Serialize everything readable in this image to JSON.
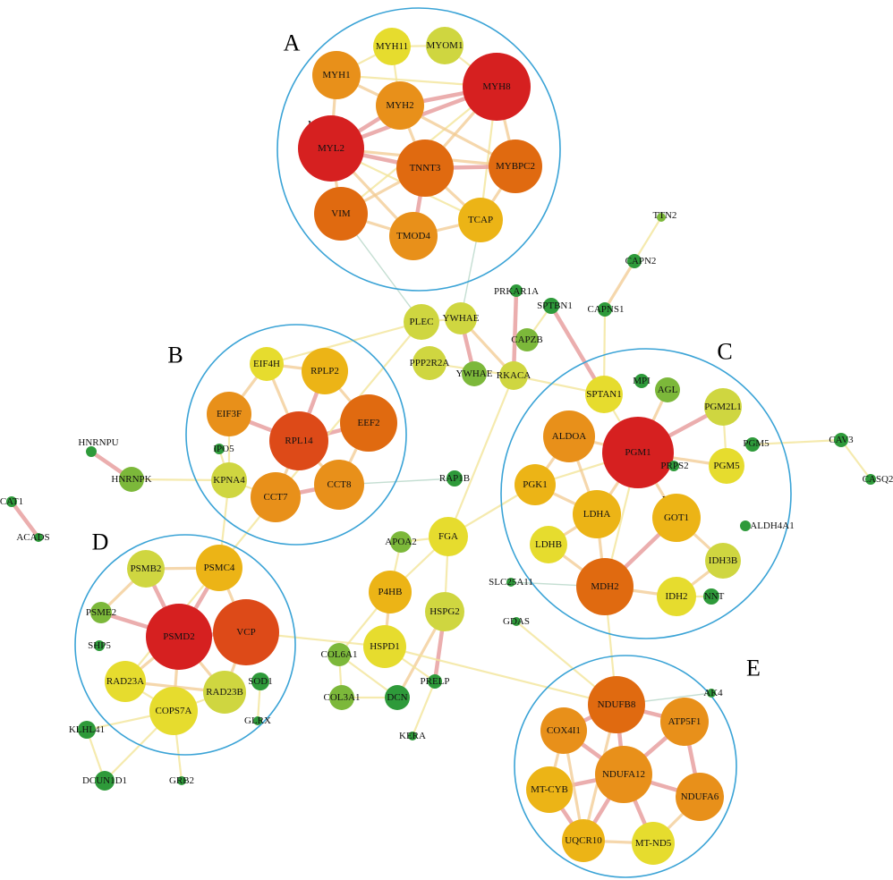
{
  "colors": {
    "red": "#d62020",
    "orange_red": "#dd4a18",
    "dark_orange": "#e06a10",
    "orange": "#e8901a",
    "amber": "#ecb416",
    "yellow": "#e6dc2e",
    "yellow_green": "#cfd640",
    "light_green": "#7cb83a",
    "green": "#2e9a3a",
    "cluster_outline": "#3aa3d6",
    "edge_strong": "#e8a0a0",
    "edge_medium": "#f2c990",
    "edge_weak": "#f3e59a",
    "edge_cool": "#b5d6c7"
  },
  "clusters": [
    {
      "letter": "A"
    },
    {
      "letter": "B"
    },
    {
      "letter": "C"
    },
    {
      "letter": "D"
    },
    {
      "letter": "E"
    }
  ],
  "nodes": [
    {
      "id": "MYH11",
      "label": "MYH11",
      "color": "yellow"
    },
    {
      "id": "MYOM1",
      "label": "MYOM1",
      "color": "yellow_green"
    },
    {
      "id": "MYH1",
      "label": "MYH1",
      "color": "orange"
    },
    {
      "id": "MYH8",
      "label": "MYH8",
      "color": "red"
    },
    {
      "id": "MYH2",
      "label": "MYH2",
      "color": "orange"
    },
    {
      "id": "MYLK2",
      "label": "MYLK2",
      "color": "green"
    },
    {
      "id": "MYL2",
      "label": "MYL2",
      "color": "red"
    },
    {
      "id": "TNNT3",
      "label": "TNNT3",
      "color": "dark_orange"
    },
    {
      "id": "MYBPC2",
      "label": "MYBPC2",
      "color": "dark_orange"
    },
    {
      "id": "VIM",
      "label": "VIM",
      "color": "dark_orange"
    },
    {
      "id": "TMOD4",
      "label": "TMOD4",
      "color": "orange"
    },
    {
      "id": "TCAP",
      "label": "TCAP",
      "color": "amber"
    },
    {
      "id": "EIF4H",
      "label": "EIF4H",
      "color": "yellow"
    },
    {
      "id": "RPLP2",
      "label": "RPLP2",
      "color": "amber"
    },
    {
      "id": "EIF3F",
      "label": "EIF3F",
      "color": "orange"
    },
    {
      "id": "EEF2",
      "label": "EEF2",
      "color": "dark_orange"
    },
    {
      "id": "RPL14",
      "label": "RPL14",
      "color": "orange_red"
    },
    {
      "id": "IPO5",
      "label": "IPO5",
      "color": "green"
    },
    {
      "id": "KPNA4",
      "label": "KPNA4",
      "color": "yellow_green"
    },
    {
      "id": "CCT7",
      "label": "CCT7",
      "color": "orange"
    },
    {
      "id": "CCT8",
      "label": "CCT8",
      "color": "orange"
    },
    {
      "id": "SPTAN1",
      "label": "SPTAN1",
      "color": "yellow"
    },
    {
      "id": "MPI",
      "label": "MPI",
      "color": "green"
    },
    {
      "id": "AGL",
      "label": "AGL",
      "color": "light_green"
    },
    {
      "id": "PGM2L1",
      "label": "PGM2L1",
      "color": "yellow_green"
    },
    {
      "id": "ALDOA",
      "label": "ALDOA",
      "color": "orange"
    },
    {
      "id": "PGM1",
      "label": "PGM1",
      "color": "red"
    },
    {
      "id": "PRPS2",
      "label": "PRPS2",
      "color": "green"
    },
    {
      "id": "PGM5",
      "label": "PGM5",
      "color": "yellow"
    },
    {
      "id": "PGK1",
      "label": "PGK1",
      "color": "amber"
    },
    {
      "id": "LDHA",
      "label": "LDHA",
      "color": "amber"
    },
    {
      "id": "FSD",
      "label": "FSD",
      "color": "green"
    },
    {
      "id": "GOT1",
      "label": "GOT1",
      "color": "amber"
    },
    {
      "id": "LDHB",
      "label": "LDHB",
      "color": "yellow"
    },
    {
      "id": "IDH3B",
      "label": "IDH3B",
      "color": "yellow_green"
    },
    {
      "id": "MDH2",
      "label": "MDH2",
      "color": "dark_orange"
    },
    {
      "id": "IDH2",
      "label": "IDH2",
      "color": "yellow"
    },
    {
      "id": "NNT",
      "label": "NNT",
      "color": "green"
    },
    {
      "id": "PSMB2",
      "label": "PSMB2",
      "color": "yellow_green"
    },
    {
      "id": "PSMC4",
      "label": "PSMC4",
      "color": "amber"
    },
    {
      "id": "PSME2",
      "label": "PSME2",
      "color": "light_green"
    },
    {
      "id": "PSMD2",
      "label": "PSMD2",
      "color": "red"
    },
    {
      "id": "VCP",
      "label": "VCP",
      "color": "orange_red"
    },
    {
      "id": "SHP5",
      "label": "SHP5",
      "color": "green"
    },
    {
      "id": "RAD23A",
      "label": "RAD23A",
      "color": "yellow"
    },
    {
      "id": "SOD1",
      "label": "SOD1",
      "color": "green"
    },
    {
      "id": "RAD23B",
      "label": "RAD23B",
      "color": "yellow_green"
    },
    {
      "id": "COPS7A",
      "label": "COPS7A",
      "color": "yellow"
    },
    {
      "id": "NDUFB8",
      "label": "NDUFB8",
      "color": "dark_orange"
    },
    {
      "id": "COX4I1",
      "label": "COX4I1",
      "color": "orange"
    },
    {
      "id": "ATP5F1",
      "label": "ATP5F1",
      "color": "orange"
    },
    {
      "id": "NDUFA12",
      "label": "NDUFA12",
      "color": "orange"
    },
    {
      "id": "MT-CYB",
      "label": "MT-CYB",
      "color": "amber"
    },
    {
      "id": "NDUFA6",
      "label": "NDUFA6",
      "color": "orange"
    },
    {
      "id": "UQCR10",
      "label": "UQCR10",
      "color": "amber"
    },
    {
      "id": "MT-ND5",
      "label": "MT-ND5",
      "color": "yellow"
    },
    {
      "id": "TTN2",
      "label": "TTN2",
      "color": "light_green"
    },
    {
      "id": "CAPN2",
      "label": "CAPN2",
      "color": "green"
    },
    {
      "id": "PRKAR1A",
      "label": "PRKAR1A",
      "color": "green"
    },
    {
      "id": "SPTBN1",
      "label": "SPTBN1",
      "color": "green"
    },
    {
      "id": "CAPNS1",
      "label": "CAPNS1",
      "color": "green"
    },
    {
      "id": "PLEC",
      "label": "PLEC",
      "color": "yellow_green"
    },
    {
      "id": "YWHAE",
      "label": "YWHAE",
      "color": "yellow_green"
    },
    {
      "id": "CAPZB",
      "label": "CAPZB",
      "color": "light_green"
    },
    {
      "id": "PPP2R2A",
      "label": "PPP2R2A",
      "color": "yellow_green"
    },
    {
      "id": "YWHAE2",
      "label": "YWHAE",
      "color": "light_green"
    },
    {
      "id": "RKACA",
      "label": "RKACA",
      "color": "yellow_green"
    },
    {
      "id": "HNRNPU",
      "label": "HNRNPU",
      "color": "green"
    },
    {
      "id": "HNRNPK",
      "label": "HNRNPK",
      "color": "light_green"
    },
    {
      "id": "RAP1B",
      "label": "RAP1B",
      "color": "green"
    },
    {
      "id": "ACAT1",
      "label": "ACAT1",
      "color": "green"
    },
    {
      "id": "ACADS",
      "label": "ACADS",
      "color": "green"
    },
    {
      "id": "CAV3",
      "label": "CAV3",
      "color": "green"
    },
    {
      "id": "CASQ2",
      "label": "CASQ2",
      "color": "green"
    },
    {
      "id": "PGM5b",
      "label": "PGM5",
      "color": "green"
    },
    {
      "id": "ALDH4A1",
      "label": "ALDH4A1",
      "color": "green"
    },
    {
      "id": "APOA2",
      "label": "APOA2",
      "color": "light_green"
    },
    {
      "id": "FGA",
      "label": "FGA",
      "color": "yellow"
    },
    {
      "id": "SLC25A11",
      "label": "SLC25A11",
      "color": "green"
    },
    {
      "id": "P4HB",
      "label": "P4HB",
      "color": "amber"
    },
    {
      "id": "HSPG2",
      "label": "HSPG2",
      "color": "yellow_green"
    },
    {
      "id": "GDAS",
      "label": "GDAS",
      "color": "green"
    },
    {
      "id": "COL6A1",
      "label": "COL6A1",
      "color": "light_green"
    },
    {
      "id": "HSPD1",
      "label": "HSPD1",
      "color": "yellow"
    },
    {
      "id": "PRELP",
      "label": "PRELP",
      "color": "green"
    },
    {
      "id": "COL3A1",
      "label": "COL3A1",
      "color": "light_green"
    },
    {
      "id": "DCN",
      "label": "DCN",
      "color": "green"
    },
    {
      "id": "KERA",
      "label": "KERA",
      "color": "green"
    },
    {
      "id": "GLRX",
      "label": "GLRX",
      "color": "green"
    },
    {
      "id": "KLHL41",
      "label": "KLHL41",
      "color": "green"
    },
    {
      "id": "DCUN1D1",
      "label": "DCUN1D1",
      "color": "green"
    },
    {
      "id": "GRB2",
      "label": "GRB2",
      "color": "green"
    },
    {
      "id": "AK4",
      "label": "AK4",
      "color": "green"
    }
  ],
  "edges": [
    [
      "MYH8",
      "MYH2",
      "strong"
    ],
    [
      "MYH8",
      "MYL2",
      "strong"
    ],
    [
      "MYH8",
      "TNNT3",
      "medium"
    ],
    [
      "MYH8",
      "MYBPC2",
      "medium"
    ],
    [
      "MYH8",
      "MYH1",
      "weak"
    ],
    [
      "MYH8",
      "MYOM1",
      "weak"
    ],
    [
      "MYH8",
      "VIM",
      "weak"
    ],
    [
      "MYH8",
      "TCAP",
      "weak"
    ],
    [
      "MYL2",
      "TNNT3",
      "strong"
    ],
    [
      "MYL2",
      "MYH2",
      "strong"
    ],
    [
      "MYL2",
      "MYH1",
      "medium"
    ],
    [
      "MYL2",
      "VIM",
      "medium"
    ],
    [
      "MYL2",
      "MYBPC2",
      "medium"
    ],
    [
      "MYL2",
      "TMOD4",
      "medium"
    ],
    [
      "MYL2",
      "TCAP",
      "weak"
    ],
    [
      "TNNT3",
      "MYBPC2",
      "strong"
    ],
    [
      "TNNT3",
      "TMOD4",
      "strong"
    ],
    [
      "TNNT3",
      "VIM",
      "medium"
    ],
    [
      "TNNT3",
      "TCAP",
      "medium"
    ],
    [
      "TNNT3",
      "MYH2",
      "medium"
    ],
    [
      "MYH1",
      "MYH2",
      "medium"
    ],
    [
      "MYH1",
      "MYH11",
      "weak"
    ],
    [
      "MYH11",
      "MYOM1",
      "weak"
    ],
    [
      "MYH11",
      "MYH2",
      "weak"
    ],
    [
      "MYH2",
      "MYBPC2",
      "medium"
    ],
    [
      "MYBPC2",
      "TCAP",
      "medium"
    ],
    [
      "TMOD4",
      "TCAP",
      "medium"
    ],
    [
      "VIM",
      "TMOD4",
      "medium"
    ],
    [
      "MYLK2",
      "MYL2",
      "strong"
    ],
    [
      "RPL14",
      "EEF2",
      "strong"
    ],
    [
      "RPL14",
      "EIF3F",
      "strong"
    ],
    [
      "RPL14",
      "RPLP2",
      "strong"
    ],
    [
      "RPL14",
      "CCT7",
      "medium"
    ],
    [
      "RPL14",
      "CCT8",
      "medium"
    ],
    [
      "RPL14",
      "EIF4H",
      "medium"
    ],
    [
      "EIF4H",
      "EIF3F",
      "medium"
    ],
    [
      "EIF4H",
      "RPLP2",
      "medium"
    ],
    [
      "RPLP2",
      "EEF2",
      "medium"
    ],
    [
      "EEF2",
      "CCT8",
      "medium"
    ],
    [
      "CCT7",
      "CCT8",
      "strong"
    ],
    [
      "CCT7",
      "KPNA4",
      "weak"
    ],
    [
      "EIF3F",
      "KPNA4",
      "weak"
    ],
    [
      "IPO5",
      "KPNA4",
      "weak"
    ],
    [
      "PGM1",
      "PGM2L1",
      "strong"
    ],
    [
      "PGM1",
      "ALDOA",
      "medium"
    ],
    [
      "PGM1",
      "LDHA",
      "medium"
    ],
    [
      "PGM1",
      "GOT1",
      "medium"
    ],
    [
      "PGM1",
      "PGM5",
      "medium"
    ],
    [
      "PGM1",
      "PGK1",
      "weak"
    ],
    [
      "PGM1",
      "AGL",
      "medium"
    ],
    [
      "PGM1",
      "MDH2",
      "weak"
    ],
    [
      "PGM1",
      "SPTAN1",
      "weak"
    ],
    [
      "ALDOA",
      "PGK1",
      "medium"
    ],
    [
      "ALDOA",
      "LDHA",
      "medium"
    ],
    [
      "PGK1",
      "LDHA",
      "medium"
    ],
    [
      "LDHA",
      "LDHB",
      "medium"
    ],
    [
      "LDHA",
      "MDH2",
      "medium"
    ],
    [
      "GOT1",
      "MDH2",
      "strong"
    ],
    [
      "GOT1",
      "IDH3B",
      "medium"
    ],
    [
      "MDH2",
      "IDH2",
      "medium"
    ],
    [
      "IDH3B",
      "IDH2",
      "medium"
    ],
    [
      "IDH2",
      "NNT",
      "weak"
    ],
    [
      "MDH2",
      "LDHB",
      "medium"
    ],
    [
      "PGM2L1",
      "PGM5",
      "weak"
    ],
    [
      "PRPS2",
      "PGM1",
      "weak"
    ],
    [
      "FSD",
      "GOT1",
      "weak"
    ],
    [
      "PSMD2",
      "VCP",
      "strong"
    ],
    [
      "PSMD2",
      "PSMC4",
      "strong"
    ],
    [
      "PSMD2",
      "PSMB2",
      "strong"
    ],
    [
      "PSMD2",
      "PSME2",
      "strong"
    ],
    [
      "PSMD2",
      "RAD23A",
      "medium"
    ],
    [
      "PSMD2",
      "RAD23B",
      "medium"
    ],
    [
      "PSMD2",
      "COPS7A",
      "medium"
    ],
    [
      "VCP",
      "PSMC4",
      "medium"
    ],
    [
      "VCP",
      "RAD23B",
      "medium"
    ],
    [
      "RAD23A",
      "RAD23B",
      "medium"
    ],
    [
      "PSMB2",
      "PSMC4",
      "medium"
    ],
    [
      "PSME2",
      "PSMB2",
      "medium"
    ],
    [
      "RAD23A",
      "COPS7A",
      "weak"
    ],
    [
      "RAD23B",
      "COPS7A",
      "weak"
    ],
    [
      "SOD1",
      "GLRX",
      "weak"
    ],
    [
      "NDUFA12",
      "NDUFB8",
      "strong"
    ],
    [
      "NDUFA12",
      "COX4I1",
      "strong"
    ],
    [
      "NDUFA12",
      "ATP5F1",
      "strong"
    ],
    [
      "NDUFA12",
      "MT-CYB",
      "strong"
    ],
    [
      "NDUFA12",
      "NDUFA6",
      "strong"
    ],
    [
      "NDUFA12",
      "UQCR10",
      "strong"
    ],
    [
      "NDUFA12",
      "MT-ND5",
      "strong"
    ],
    [
      "NDUFB8",
      "COX4I1",
      "strong"
    ],
    [
      "NDUFB8",
      "ATP5F1",
      "strong"
    ],
    [
      "COX4I1",
      "MT-CYB",
      "medium"
    ],
    [
      "MT-CYB",
      "UQCR10",
      "strong"
    ],
    [
      "UQCR10",
      "MT-ND5",
      "medium"
    ],
    [
      "MT-ND5",
      "NDUFA6",
      "medium"
    ],
    [
      "ATP5F1",
      "NDUFA6",
      "strong"
    ],
    [
      "COX4I1",
      "UQCR10",
      "medium"
    ],
    [
      "NDUFB8",
      "UQCR10",
      "medium"
    ],
    [
      "TTN2",
      "CAPN2",
      "weak"
    ],
    [
      "CAPN2",
      "CAPNS1",
      "medium"
    ],
    [
      "CAPNS1",
      "SPTAN1",
      "weak"
    ],
    [
      "PRKAR1A",
      "RKACA",
      "strong"
    ],
    [
      "SPTBN1",
      "SPTAN1",
      "strong"
    ],
    [
      "SPTBN1",
      "CAPZB",
      "weak"
    ],
    [
      "PLEC",
      "YWHAE",
      "weak"
    ],
    [
      "YWHAE",
      "YWHAE2",
      "strong"
    ],
    [
      "YWHAE",
      "RKACA",
      "medium"
    ],
    [
      "PPP2R2A",
      "RKACA",
      "weak"
    ],
    [
      "PLEC",
      "EIF4H",
      "weak"
    ],
    [
      "PLEC",
      "VIM",
      "cool"
    ],
    [
      "YWHAE",
      "TCAP",
      "cool"
    ],
    [
      "HNRNPU",
      "HNRNPK",
      "strong"
    ],
    [
      "HNRNPK",
      "KPNA4",
      "weak"
    ],
    [
      "ACAT1",
      "ACADS",
      "strong"
    ],
    [
      "CAV3",
      "CASQ2",
      "weak"
    ],
    [
      "CAV3",
      "PGM5b",
      "weak"
    ],
    [
      "RAP1B",
      "CCT8",
      "cool"
    ],
    [
      "RKACA",
      "SPTAN1",
      "weak"
    ],
    [
      "RKACA",
      "FGA",
      "weak"
    ],
    [
      "FGA",
      "APOA2",
      "weak"
    ],
    [
      "FGA",
      "P4HB",
      "weak"
    ],
    [
      "FGA",
      "HSPG2",
      "weak"
    ],
    [
      "FGA",
      "PGK1",
      "weak"
    ],
    [
      "P4HB",
      "HSPD1",
      "medium"
    ],
    [
      "P4HB",
      "APOA2",
      "weak"
    ],
    [
      "P4HB",
      "COL6A1",
      "weak"
    ],
    [
      "HSPG2",
      "PRELP",
      "strong"
    ],
    [
      "HSPG2",
      "DCN",
      "medium"
    ],
    [
      "COL6A1",
      "COL3A1",
      "weak"
    ],
    [
      "COL6A1",
      "DCN",
      "weak"
    ],
    [
      "COL3A1",
      "DCN",
      "weak"
    ],
    [
      "HSPD1",
      "PRELP",
      "weak"
    ],
    [
      "PRELP",
      "KERA",
      "weak"
    ],
    [
      "HSPD1",
      "NDUFB8",
      "weak"
    ],
    [
      "COPS7A",
      "KLHL41",
      "weak"
    ],
    [
      "KLHL41",
      "DCUN1D1",
      "weak"
    ],
    [
      "COPS7A",
      "GRB2",
      "weak"
    ],
    [
      "COPS7A",
      "DCUN1D1",
      "weak"
    ],
    [
      "VCP",
      "HSPD1",
      "weak"
    ],
    [
      "GDAS",
      "NDUFB8",
      "weak"
    ],
    [
      "MDH2",
      "NDUFB8",
      "weak"
    ],
    [
      "SLC25A11",
      "MDH2",
      "cool"
    ],
    [
      "PLEC",
      "CCT7",
      "weak"
    ],
    [
      "KPNA4",
      "PSMC4",
      "weak"
    ],
    [
      "CCT7",
      "RAD23A",
      "weak"
    ],
    [
      "AK4",
      "NDUFB8",
      "cool"
    ]
  ]
}
